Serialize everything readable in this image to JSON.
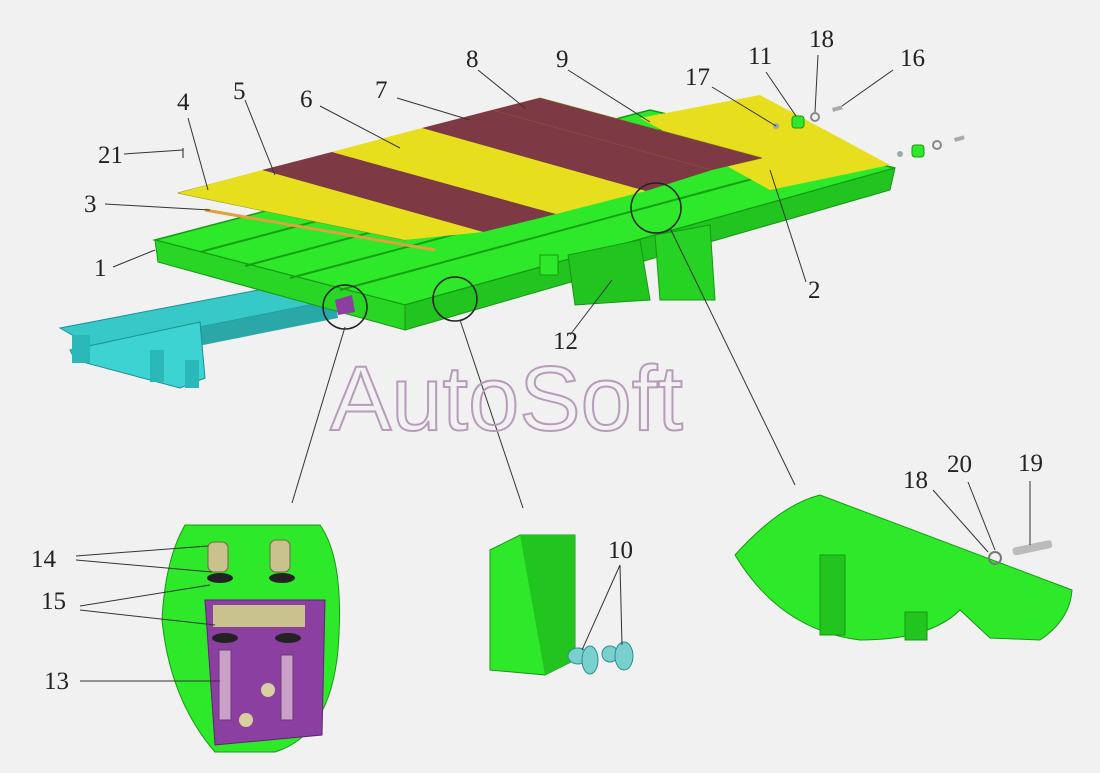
{
  "watermark": "AutoSoft",
  "callouts": {
    "c1": "1",
    "c2": "2",
    "c3": "3",
    "c4": "4",
    "c5": "5",
    "c6": "6",
    "c7": "7",
    "c8": "8",
    "c9": "9",
    "c10": "10",
    "c11": "11",
    "c12": "12",
    "c13": "13",
    "c14": "14",
    "c15": "15",
    "c16": "16",
    "c17": "17",
    "c18": "18",
    "c18b": "18",
    "c19": "19",
    "c20": "20",
    "c21": "21"
  },
  "colors": {
    "background": "#f1f1f1",
    "frame_green": "#2ee82a",
    "chassis_cyan": "#37c8c8",
    "panel_yellow": "#e7df1e",
    "panel_maroon": "#7d3a44",
    "bracket_purple": "#8b3fa0",
    "leader_line": "#333333"
  }
}
